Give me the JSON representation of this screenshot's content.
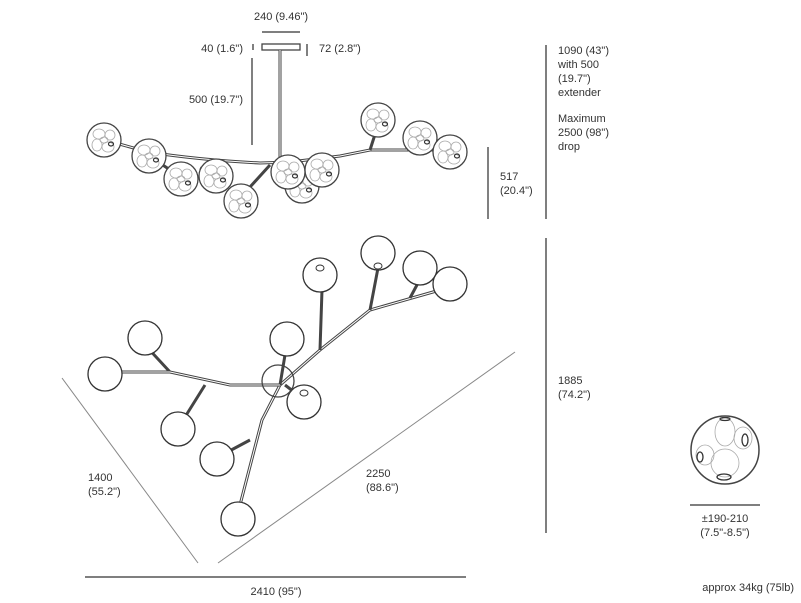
{
  "top_view": {
    "canopy_width": "240 (9.46\")",
    "canopy_height": "40 (1.6\")",
    "canopy_depth": "72 (2.8\")",
    "stem_length": "500 (19.7\")",
    "body_height": [
      "517",
      "(20.4\")"
    ],
    "overall_height": [
      "1090 (43\")",
      "with 500",
      "(19.7\")",
      "extender"
    ],
    "max_drop": [
      "Maximum",
      "2500 (98\")",
      "drop"
    ]
  },
  "plan_view": {
    "depth": [
      "1885",
      "(74.2\")"
    ],
    "side_a": [
      "1400",
      "(55.2\")"
    ],
    "side_b": [
      "2250",
      "(88.6\")"
    ],
    "width": "2410 (95\")"
  },
  "globe_detail": {
    "diameter": [
      "±190-210",
      "(7.5\"-8.5\")"
    ]
  },
  "weight": "approx 34kg (75lb)"
}
